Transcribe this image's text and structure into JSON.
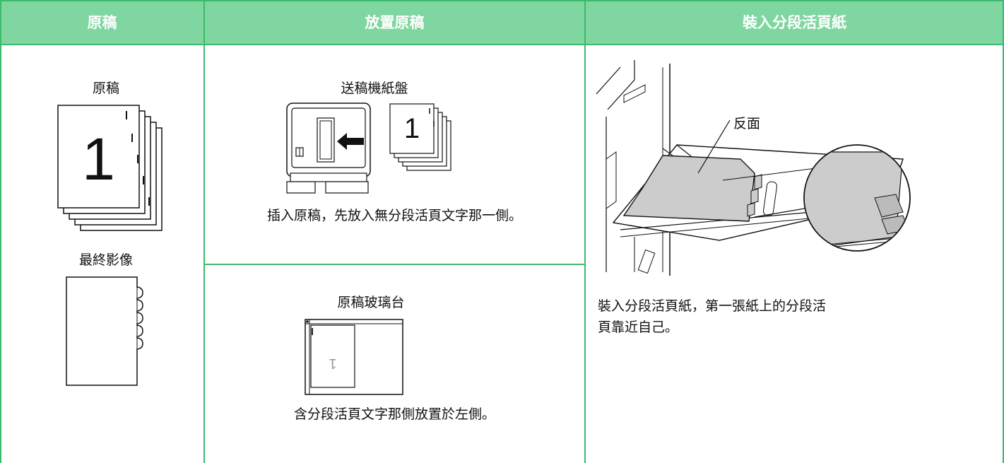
{
  "headers": {
    "col1": "原稿",
    "col2": "放置原稿",
    "col3": "裝入分段活頁紙"
  },
  "col1": {
    "original_label": "原稿",
    "original_page_number": "1",
    "final_label": "最終影像"
  },
  "col2": {
    "feeder_label": "送稿機紙盤",
    "feeder_page_number": "1",
    "feeder_caption": "插入原稿，先放入無分段活頁文字那一側。",
    "glass_label": "原稿玻璃台",
    "glass_page_number": "1",
    "glass_caption": "含分段活頁文字那側放置於左側。"
  },
  "col3": {
    "reverse_side_label": "反面",
    "caption_line1": "裝入分段活頁紙，第一張紙上的分段活",
    "caption_line2": "頁靠近自己。"
  },
  "colors": {
    "header_bg": "#80d6a0",
    "border": "#3cbb6c",
    "sheet_gray": "#cccccc"
  }
}
